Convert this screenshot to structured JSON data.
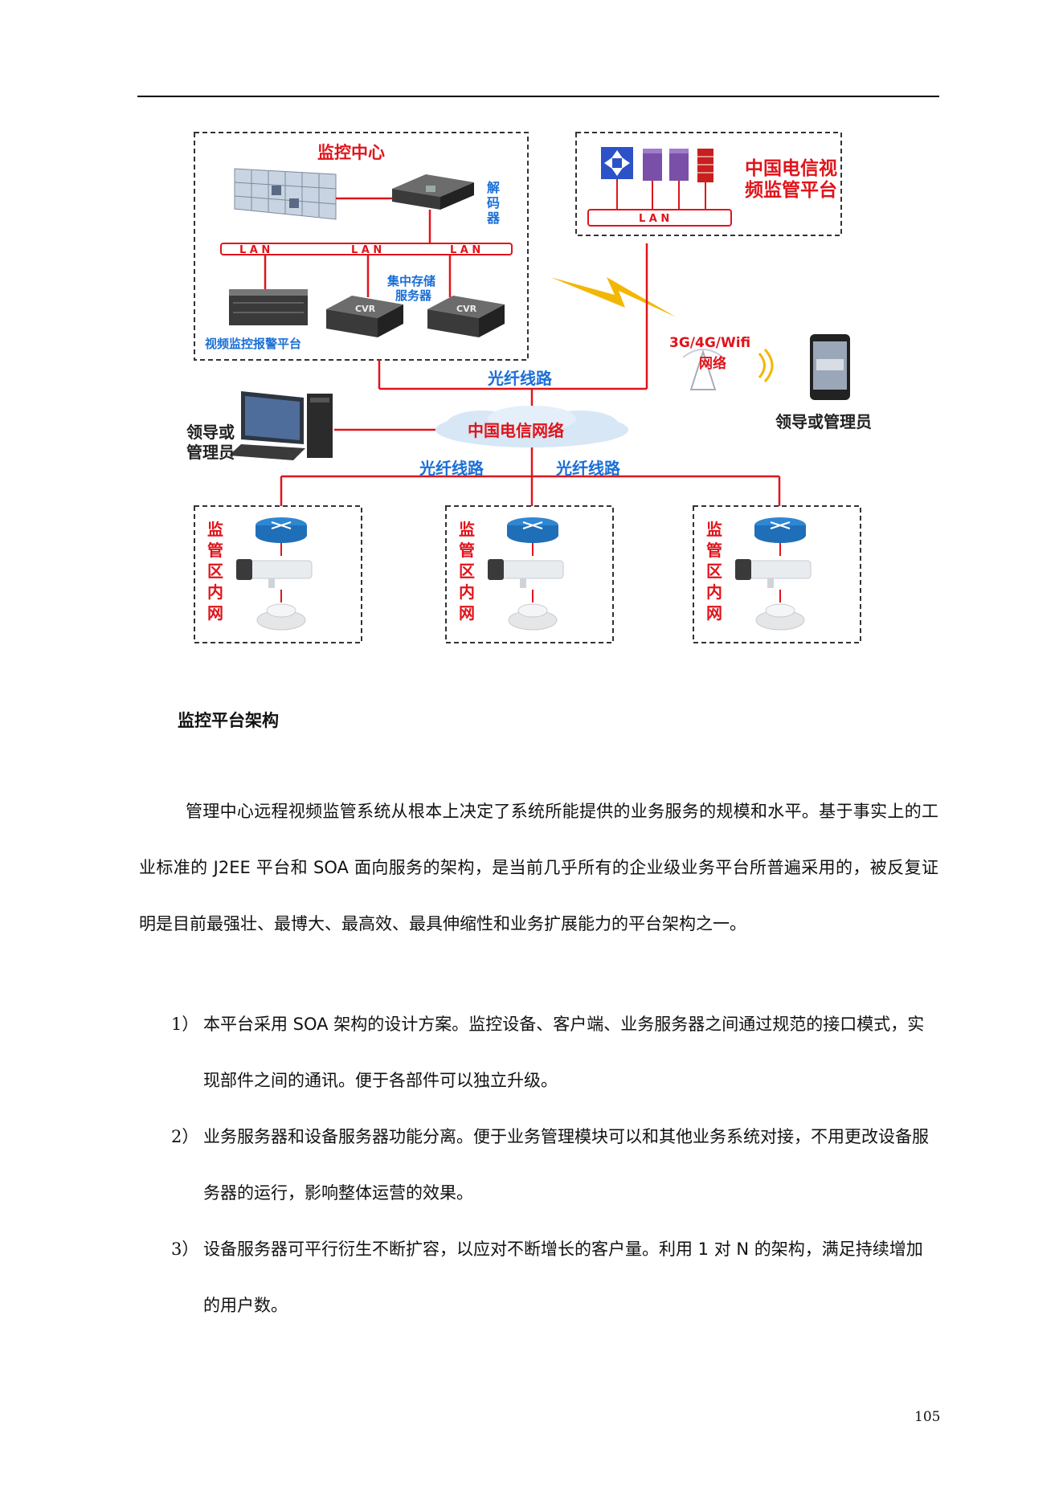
{
  "diagram": {
    "monitor_center": "监控中心",
    "decoder_chars": [
      "解",
      "码",
      "器"
    ],
    "lan": "L A N",
    "storage_server_line1": "集中存储",
    "storage_server_line2": "服务器",
    "cvr": "CVR",
    "alarm_platform": "视频监控报警平台",
    "telecom_platform_line1": "中国电信视",
    "telecom_platform_line2": "频监管平台",
    "wireless_line1": "3G/4G/Wifi",
    "wireless_line2": "网络",
    "fiber_line": "光纤线路",
    "telecom_network": "中国电信网络",
    "leader_left_line1": "领导或",
    "leader_left_line2": "管理员",
    "leader_right": "领导或管理员",
    "zone_chars": [
      "监",
      "管",
      "区",
      "内",
      "网"
    ]
  },
  "caption": "监控平台架构",
  "paragraph": "管理中心远程视频监管系统从根本上决定了系统所能提供的业务服务的规模和水平。基于事实上的工业标准的 J2EE 平台和 SOA 面向服务的架构，是当前几乎所有的企业级业务平台所普遍采用的，被反复证明是目前最强壮、最博大、最高效、最具伸缩性和业务扩展能力的平台架构之一。",
  "list": [
    {
      "num": "1）",
      "text": "本平台采用 SOA 架构的设计方案。监控设备、客户端、业务服务器之间通过规范的接口模式，实现部件之间的通讯。便于各部件可以独立升级。"
    },
    {
      "num": "2）",
      "text": "业务服务器和设备服务器功能分离。便于业务管理模块可以和其他业务系统对接，不用更改设备服务器的运行，影响整体运营的效果。"
    },
    {
      "num": "3）",
      "text": "设备服务器可平行衍生不断扩容，以应对不断增长的客户量。利用 1 对 N 的架构，满足持续增加的用户数。"
    }
  ],
  "page_number": "105"
}
